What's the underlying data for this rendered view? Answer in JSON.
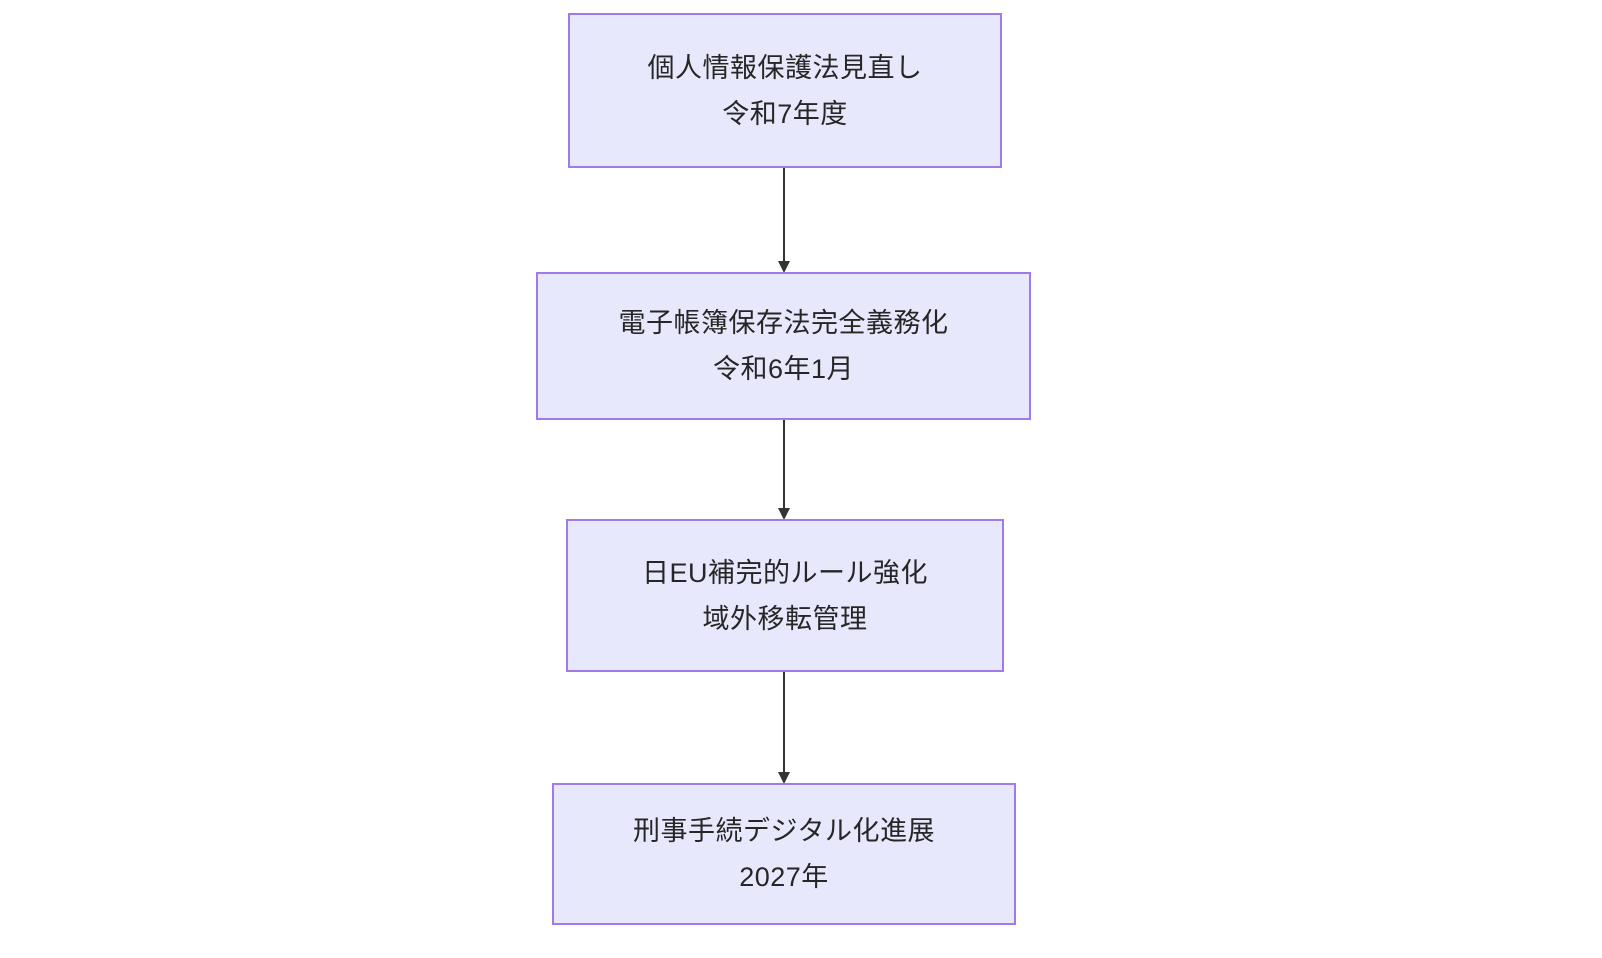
{
  "diagram": {
    "type": "flowchart",
    "orientation": "top-to-bottom",
    "background_color": "#ffffff",
    "node_fill_color": "#e8e8fc",
    "node_border_color": "#9f7aea",
    "node_text_color": "#262626",
    "edge_color": "#333333",
    "nodes": [
      {
        "id": "node-1",
        "title": "個人情報保護法見直し",
        "subtitle": "令和7年度"
      },
      {
        "id": "node-2",
        "title": "電子帳簿保存法完全義務化",
        "subtitle": "令和6年1月"
      },
      {
        "id": "node-3",
        "title": "日EU補完的ルール強化",
        "subtitle": "域外移転管理"
      },
      {
        "id": "node-4",
        "title": "刑事手続デジタル化進展",
        "subtitle": "2027年"
      }
    ],
    "edges": [
      {
        "id": "edge-1-2",
        "from": "node-1",
        "to": "node-2",
        "label": ""
      },
      {
        "id": "edge-2-3",
        "from": "node-2",
        "to": "node-3",
        "label": ""
      },
      {
        "id": "edge-3-4",
        "from": "node-3",
        "to": "node-4",
        "label": ""
      }
    ]
  }
}
